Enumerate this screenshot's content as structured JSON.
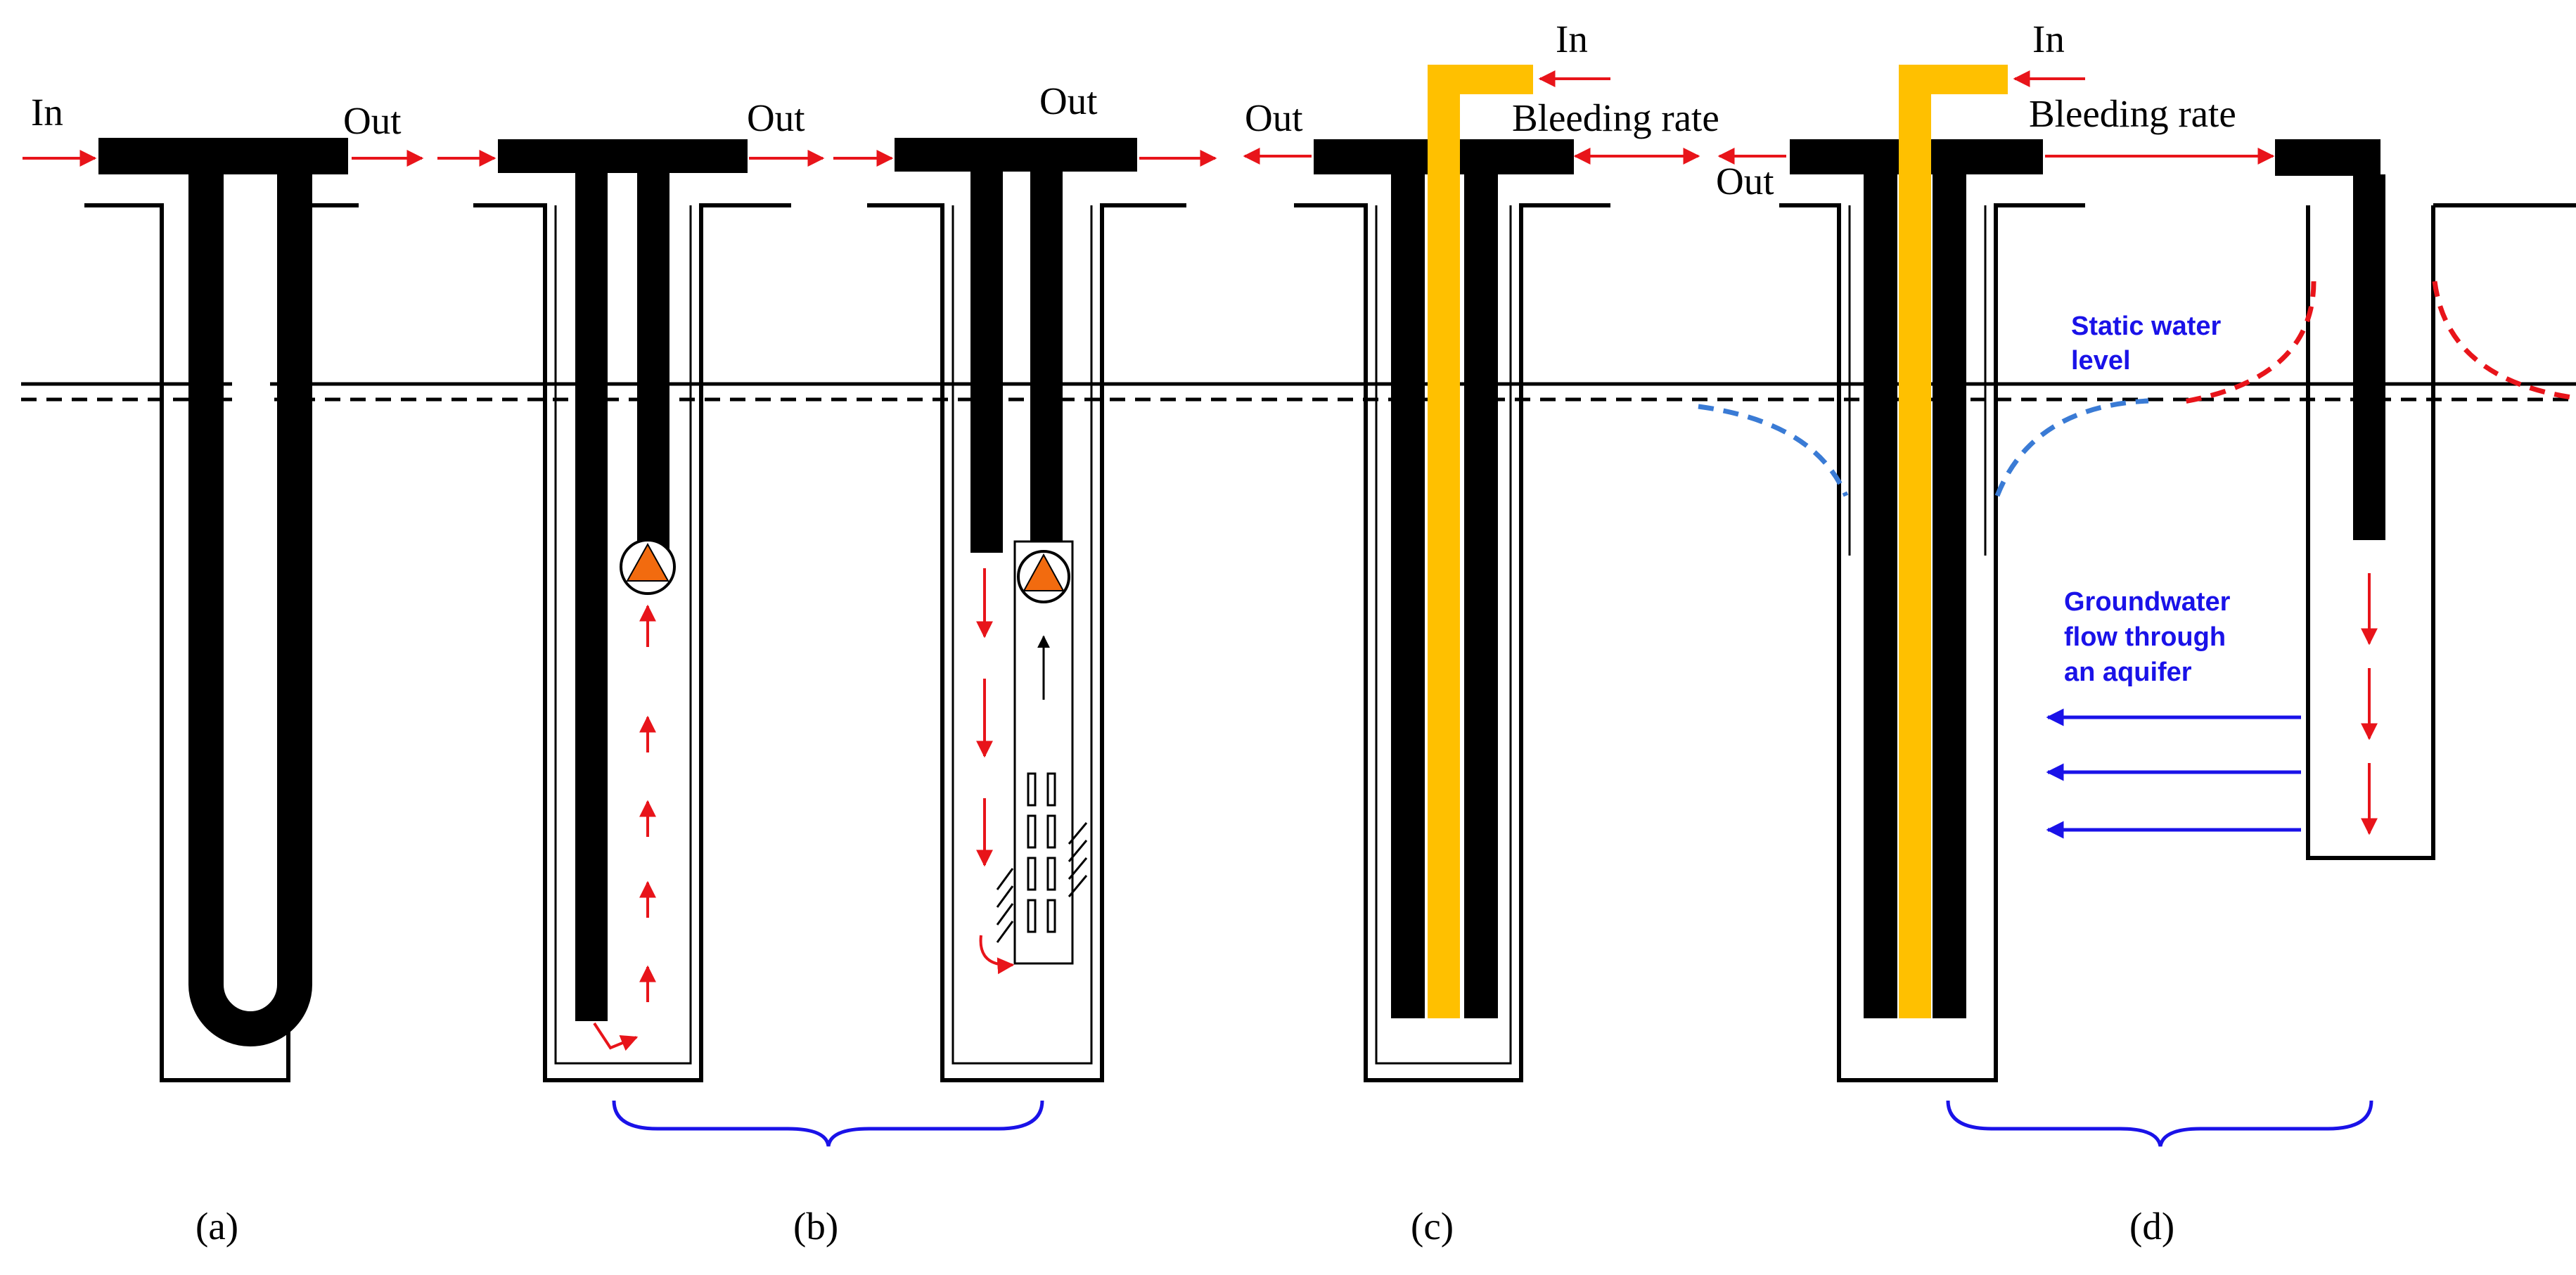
{
  "labels": {
    "in": "In",
    "out": "Out",
    "bleeding_rate": "Bleeding rate",
    "static_water_level_line1": "Static water",
    "static_water_level_line2": "level",
    "groundwater_line1": "Groundwater",
    "groundwater_line2": "flow through",
    "groundwater_line3": "an aquifer"
  },
  "panels": {
    "a": "(a)",
    "b": "(b)",
    "c": "(c)",
    "d": "(d)"
  },
  "colors": {
    "pipe": "#000000",
    "injection_pipe": "#ffc000",
    "flow_arrow": "#e8141a",
    "groundwater": "#1a12e8",
    "drawdown_curve": "#3a7bd5",
    "pump": "#f26b0f"
  }
}
